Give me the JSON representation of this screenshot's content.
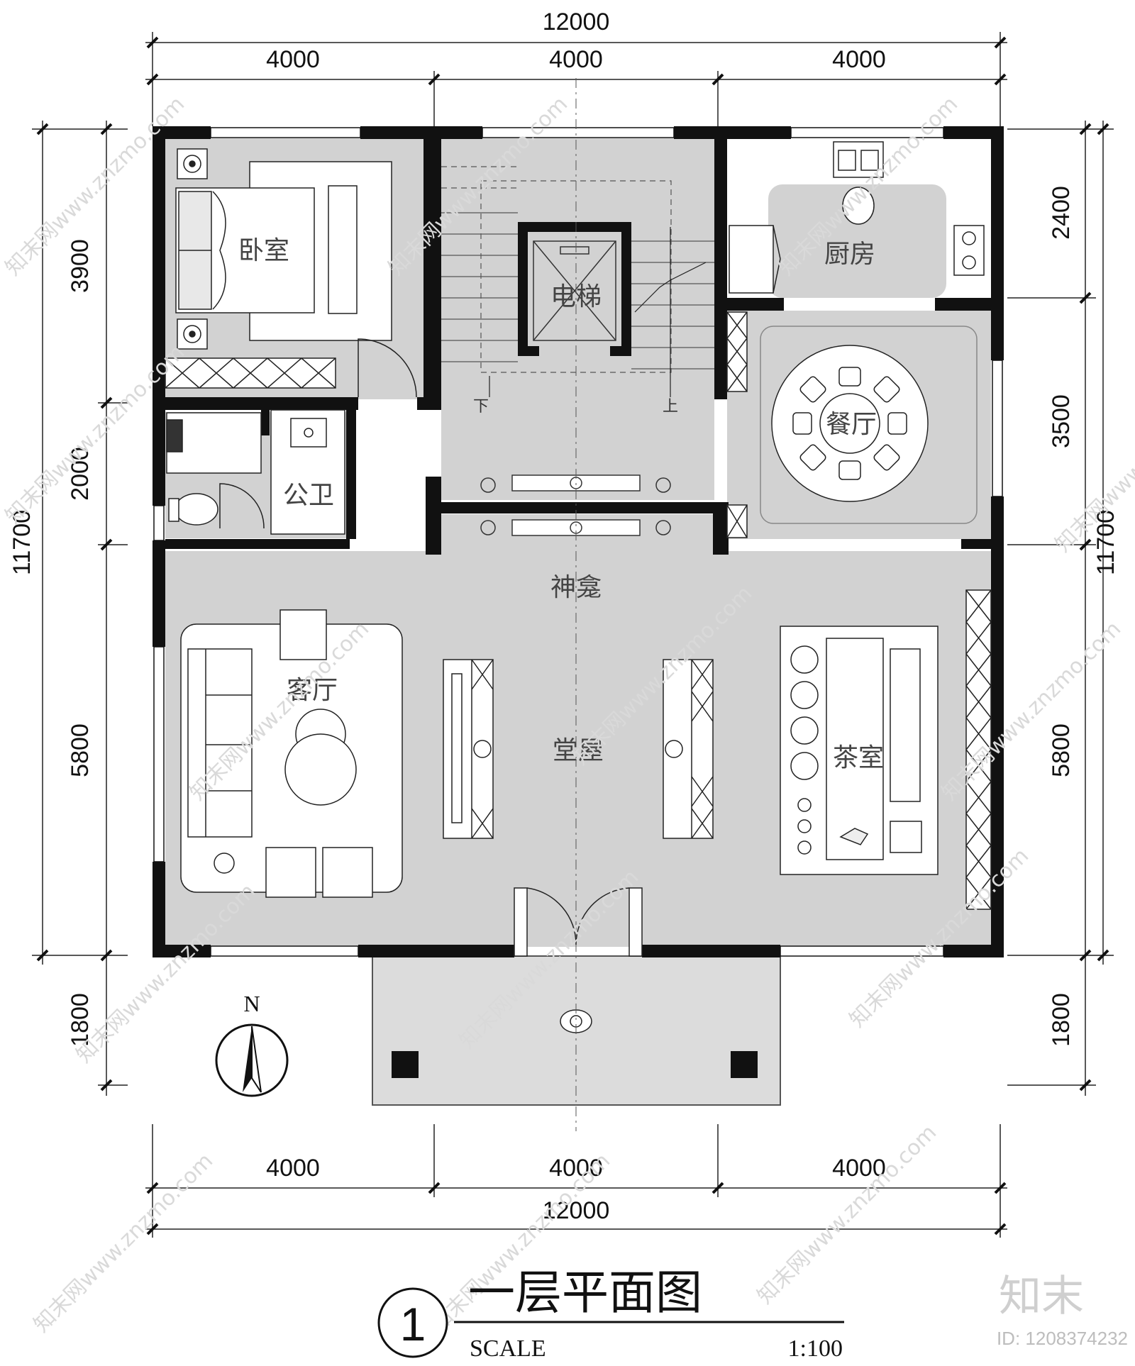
{
  "colors": {
    "wall": "#111111",
    "floor": "#d2d2d2",
    "porch": "#dcdcdc",
    "line": "#222222",
    "watermark": "#d9d9d9"
  },
  "dimensions": {
    "top_total": "12000",
    "top_segments": [
      "4000",
      "4000",
      "4000"
    ],
    "bottom_segments": [
      "4000",
      "4000",
      "4000"
    ],
    "bottom_total": "12000",
    "left_total": "11700",
    "left_segments": [
      "3900",
      "2000",
      "5800",
      "1800"
    ],
    "right_total": "11700",
    "right_segments": [
      "2400",
      "3500",
      "5800",
      "1800"
    ]
  },
  "rooms": {
    "bedroom": "卧室",
    "elevator": "电梯",
    "kitchen": "厨房",
    "dining": "餐厅",
    "bathroom": "公卫",
    "shrine": "神龛",
    "living": "客厅",
    "hall": "堂屋",
    "tea": "茶室"
  },
  "stair": {
    "down": "下",
    "up": "上"
  },
  "north_label": "N",
  "title": {
    "number": "1",
    "name": "一层平面图",
    "scale_label": "SCALE",
    "scale_value": "1:100"
  },
  "brand": {
    "logo": "知末",
    "id": "ID: 1208374232"
  },
  "watermark": {
    "text": "知末网www.znzmo.com"
  }
}
